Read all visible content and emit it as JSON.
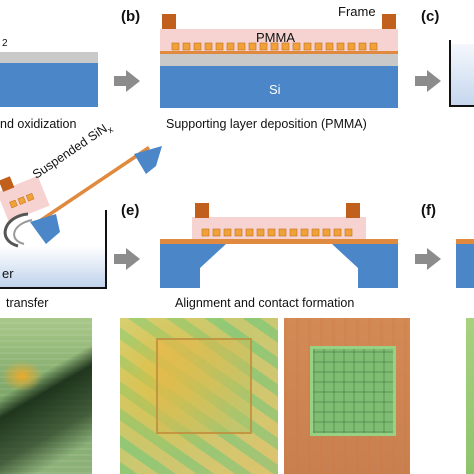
{
  "panel_labels": {
    "b": "(b)",
    "c": "(c)",
    "e": "(e)",
    "f": "(f)"
  },
  "labels": {
    "oxide_layer": "2",
    "frame": "Frame",
    "pmma": "PMMA",
    "si": "Si",
    "suspended": "Suspended SiN",
    "suspended_sub": "x",
    "water_fragment": "er"
  },
  "captions": {
    "a": "nd oxidization",
    "b": "Supporting layer deposition (PMMA)",
    "d": "transfer",
    "e": "Alignment and contact formation"
  },
  "colors": {
    "si_blue": "#4a86c8",
    "oxide_gray": "#c9c9c9",
    "pmma_pink": "#f6d2d0",
    "frame_orange": "#c0601c",
    "pad_orange": "#f0a238",
    "arrow_gray": "#8c8c8c",
    "water_blue": "#cfdcef"
  },
  "icons": {
    "arrow": "right-arrow-icon"
  }
}
